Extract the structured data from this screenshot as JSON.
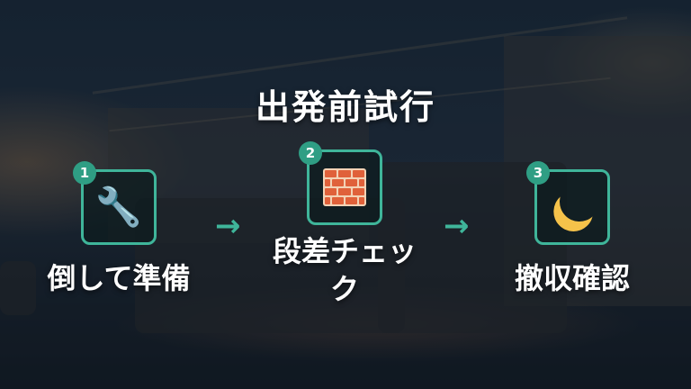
{
  "title": "出発前試行",
  "steps": [
    {
      "number": "1",
      "icon": "wrench-icon",
      "label": "倒して準備"
    },
    {
      "number": "2",
      "icon": "brick-icon",
      "label_line1": "段差チェッ",
      "label_line2": "ク"
    },
    {
      "number": "3",
      "icon": "crescent-moon-icon",
      "label": "撤収確認"
    }
  ],
  "arrows": [
    "→",
    "→"
  ],
  "colors": {
    "accent": "#3fb59a",
    "badge": "#2f9e84",
    "text": "#ffffff"
  }
}
